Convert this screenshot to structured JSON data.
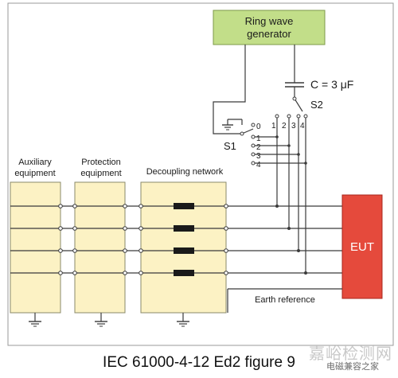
{
  "colors": {
    "box_fill": "#fcf2c4",
    "box_stroke": "#8a8a6a",
    "generator_fill": "#c2de89",
    "generator_stroke": "#7d9a4a",
    "eut_fill": "#e54a3c",
    "eut_stroke": "#a8251b",
    "wire": "#3a3a3a",
    "border": "#9a9a9a"
  },
  "diagram": {
    "generator_label_line1": "Ring wave",
    "generator_label_line2": "generator",
    "capacitor_label": "C = 3 μF",
    "switch_s2_label": "S2",
    "switch_s1_label": "S1",
    "s1_positions": [
      "0",
      "1",
      "2",
      "3",
      "4"
    ],
    "s2_positions": [
      "1",
      "2",
      "3",
      "4"
    ],
    "auxiliary_label_line1": "Auxiliary",
    "auxiliary_label_line2": "equipment",
    "protection_label_line1": "Protection",
    "protection_label_line2": "equipment",
    "decoupling_label": "Decoupling network",
    "eut_label": "EUT",
    "earth_reference_label": "Earth reference"
  },
  "caption": "IEC 61000-4-12 Ed2 figure 9",
  "watermark": {
    "line1": "嘉峪检测网",
    "line2": "电磁兼容之家"
  }
}
